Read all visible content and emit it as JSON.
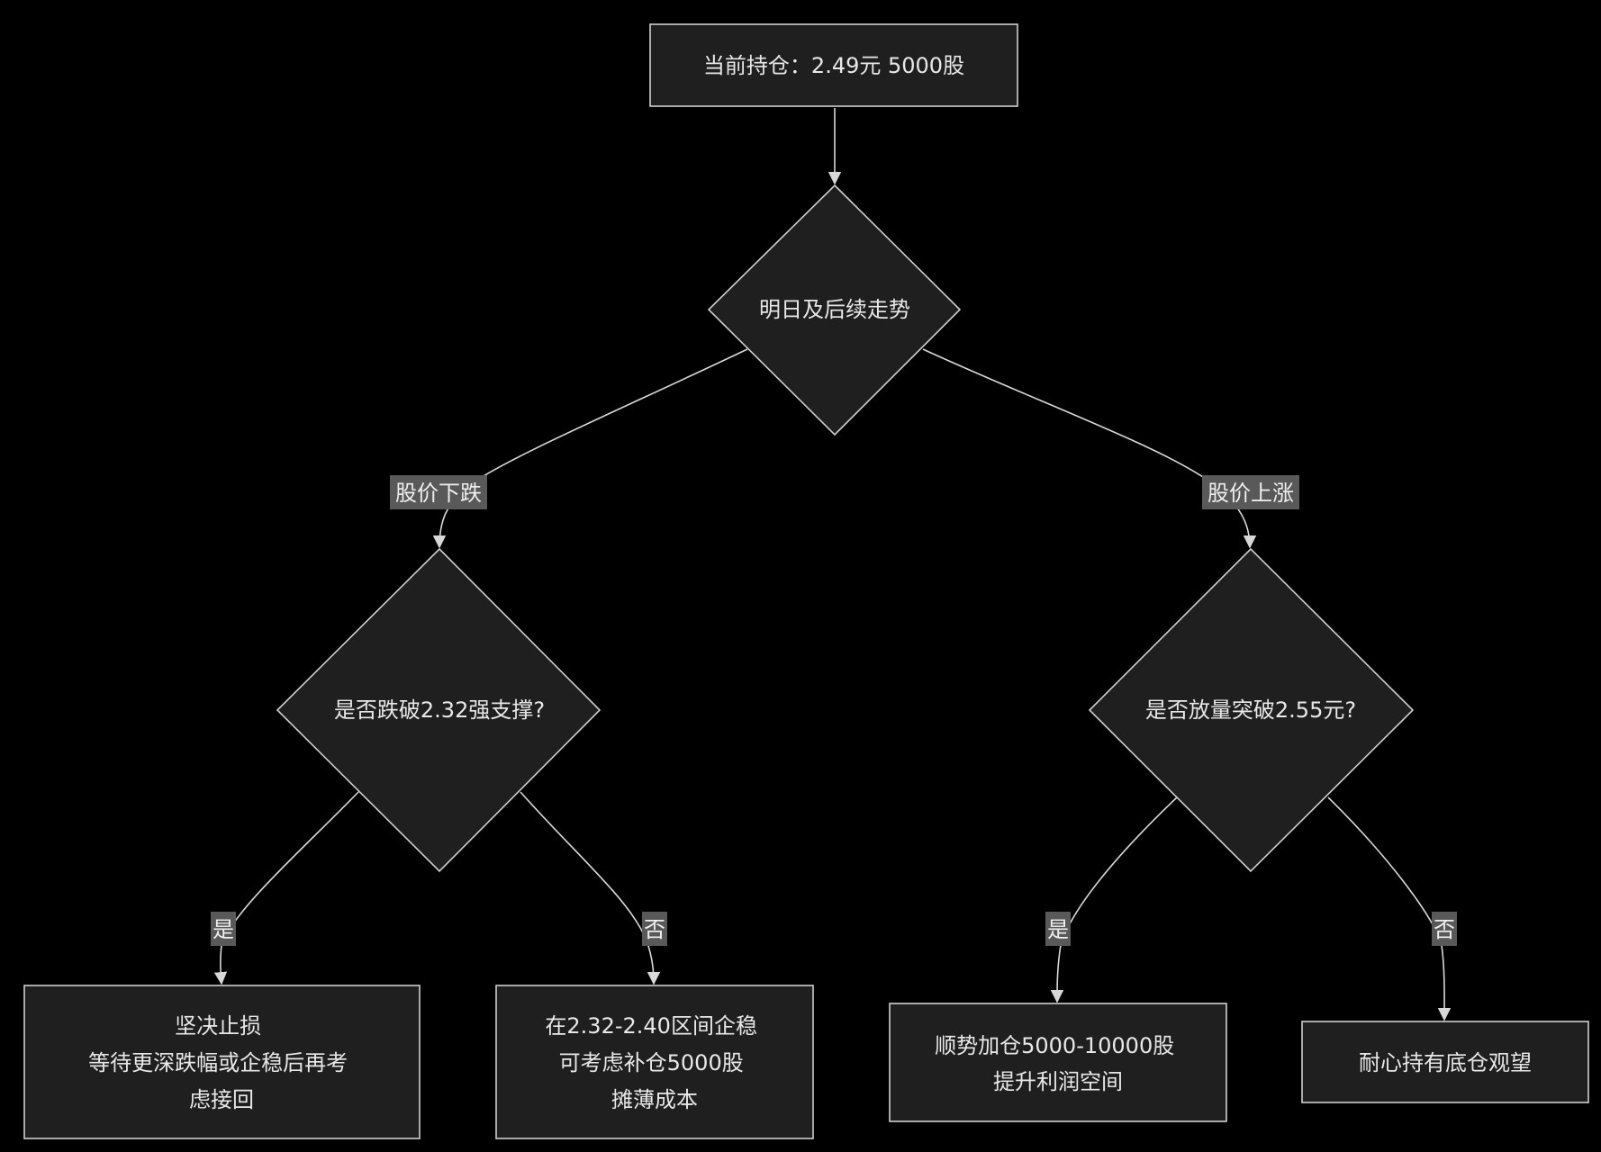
{
  "nodes": {
    "start": {
      "lines": [
        "当前持仓：2.49元 5000股"
      ]
    },
    "trend": {
      "lines": [
        "明日及后续走势"
      ]
    },
    "down_check": {
      "lines": [
        "是否跌破2.32强支撑?"
      ]
    },
    "up_check": {
      "lines": [
        "是否放量突破2.55元?"
      ]
    },
    "stop_loss": {
      "lines": [
        "坚决止损",
        "等待更深跌幅或企稳后再考",
        "虑接回"
      ]
    },
    "add_low": {
      "lines": [
        "在2.32-2.40区间企稳",
        "可考虑补仓5000股",
        "摊薄成本"
      ]
    },
    "add_up": {
      "lines": [
        "顺势加仓5000-10000股",
        "提升利润空间"
      ]
    },
    "hold": {
      "lines": [
        "耐心持有底仓观望"
      ]
    }
  },
  "edges": {
    "start_trend": "",
    "trend_down": "股价下跌",
    "trend_up": "股价上涨",
    "down_yes": "是",
    "down_no": "否",
    "up_yes": "是",
    "up_no": "否"
  },
  "colors": {
    "background": "#000000",
    "node_fill": "#1f1f1f",
    "node_stroke": "#cfcfcf",
    "edge": "#d8d8d8",
    "label_bg": "#595959",
    "text": "#e8e8e8"
  }
}
